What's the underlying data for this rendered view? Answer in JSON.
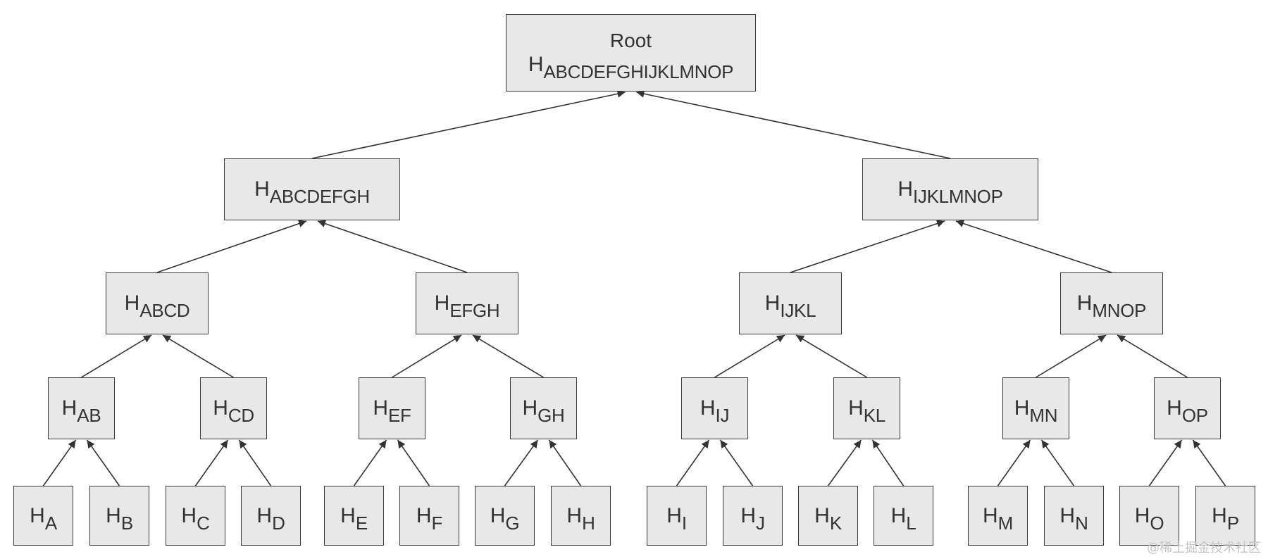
{
  "diagram": {
    "root": {
      "title": "Root",
      "hash": "H",
      "subscript": "ABCDEFGHIJKLMNOP"
    },
    "levels": [
      [
        {
          "id": "ABCDEFGH",
          "hash": "H",
          "subscript": "ABCDEFGH"
        },
        {
          "id": "IJKLMNOP",
          "hash": "H",
          "subscript": "IJKLMNOP"
        }
      ],
      [
        {
          "id": "ABCD",
          "hash": "H",
          "subscript": "ABCD"
        },
        {
          "id": "EFGH",
          "hash": "H",
          "subscript": "EFGH"
        },
        {
          "id": "IJKL",
          "hash": "H",
          "subscript": "IJKL"
        },
        {
          "id": "MNOP",
          "hash": "H",
          "subscript": "MNOP"
        }
      ],
      [
        {
          "id": "AB",
          "hash": "H",
          "subscript": "AB"
        },
        {
          "id": "CD",
          "hash": "H",
          "subscript": "CD"
        },
        {
          "id": "EF",
          "hash": "H",
          "subscript": "EF"
        },
        {
          "id": "GH",
          "hash": "H",
          "subscript": "GH"
        },
        {
          "id": "IJ",
          "hash": "H",
          "subscript": "IJ"
        },
        {
          "id": "KL",
          "hash": "H",
          "subscript": "KL"
        },
        {
          "id": "MN",
          "hash": "H",
          "subscript": "MN"
        },
        {
          "id": "OP",
          "hash": "H",
          "subscript": "OP"
        }
      ],
      [
        {
          "id": "A",
          "hash": "H",
          "subscript": "A"
        },
        {
          "id": "B",
          "hash": "H",
          "subscript": "B"
        },
        {
          "id": "C",
          "hash": "H",
          "subscript": "C"
        },
        {
          "id": "D",
          "hash": "H",
          "subscript": "D"
        },
        {
          "id": "E",
          "hash": "H",
          "subscript": "E"
        },
        {
          "id": "F",
          "hash": "H",
          "subscript": "F"
        },
        {
          "id": "G",
          "hash": "H",
          "subscript": "G"
        },
        {
          "id": "H",
          "hash": "H",
          "subscript": "H"
        },
        {
          "id": "I",
          "hash": "H",
          "subscript": "I"
        },
        {
          "id": "J",
          "hash": "H",
          "subscript": "J"
        },
        {
          "id": "K",
          "hash": "H",
          "subscript": "K"
        },
        {
          "id": "L",
          "hash": "H",
          "subscript": "L"
        },
        {
          "id": "M",
          "hash": "H",
          "subscript": "M"
        },
        {
          "id": "N",
          "hash": "H",
          "subscript": "N"
        },
        {
          "id": "O",
          "hash": "H",
          "subscript": "O"
        },
        {
          "id": "P",
          "hash": "H",
          "subscript": "P"
        }
      ]
    ],
    "edge_color": "#333333",
    "node_fill": "#e8e8e8"
  },
  "watermark": "@稀土掘金技术社区"
}
